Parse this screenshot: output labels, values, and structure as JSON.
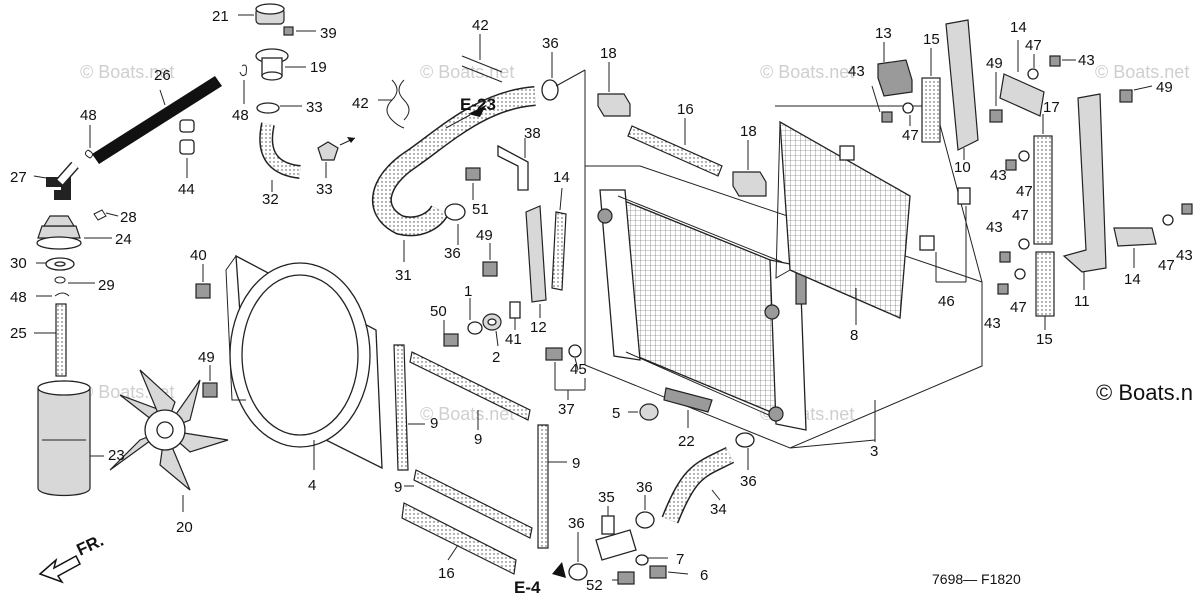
{
  "watermark": "© Boats.net",
  "copyright": "© Boats.n",
  "diagram_code": "7698— F1820",
  "front_label": "FR.",
  "refs": {
    "e23": "E-23",
    "e4": "E-4"
  },
  "labels": {
    "l21": "21",
    "l39": "39",
    "l42a": "42",
    "l36a": "36",
    "l18a": "18",
    "l13": "13",
    "l15a": "15",
    "l14a": "14",
    "l47a": "47",
    "l43a": "43",
    "l26": "26",
    "l19": "19",
    "l42b": "42",
    "l48a": "48",
    "l48b": "48",
    "l33a": "33",
    "l16a": "16",
    "l43b": "43",
    "l49a": "49",
    "l49b": "49",
    "l38": "38",
    "l44": "44",
    "l27": "27",
    "l32": "32",
    "l33b": "33",
    "l18b": "18",
    "l47b": "47",
    "l17": "17",
    "l10": "10",
    "l51": "51",
    "l14b": "14",
    "l28": "28",
    "l24": "24",
    "l36b": "36",
    "l31": "31",
    "l49c": "49",
    "l43c": "43",
    "l47c": "47",
    "l47d": "47",
    "l43d": "43",
    "l40": "40",
    "l30": "30",
    "l29": "29",
    "l48c": "48",
    "l50": "50",
    "l1": "1",
    "l41": "41",
    "l12": "12",
    "l46": "46",
    "l11": "11",
    "l14c": "14",
    "l47e": "47",
    "l43e": "43",
    "l25": "25",
    "l2": "2",
    "l8": "8",
    "l47f": "47",
    "l43f": "43",
    "l15b": "15",
    "l45": "45",
    "l49d": "49",
    "l37": "37",
    "l23": "23",
    "l9a": "9",
    "l9b": "9",
    "l4": "4",
    "l5": "5",
    "l22": "22",
    "l3": "3",
    "l9c": "9",
    "l36c": "36",
    "l9d": "9",
    "l20": "20",
    "l35": "35",
    "l36d": "36",
    "l34": "34",
    "l36e": "36",
    "l7": "7",
    "l16b": "16",
    "l52": "52",
    "l6": "6"
  }
}
